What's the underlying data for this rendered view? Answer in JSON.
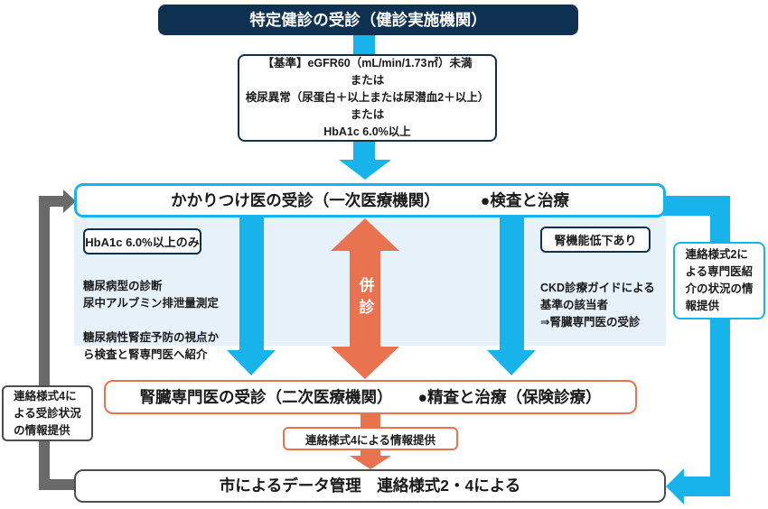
{
  "palette": {
    "navy": "#0e3152",
    "cyan": "#16b4ea",
    "orange": "#e97250",
    "panel_blue": "#e6f1fa",
    "gray": "#6a6a6a",
    "dark_gray": "#4d4d4d"
  },
  "flow": {
    "top_box": "特定健診の受診（健診実施機関）",
    "criteria": "【基準】eGFR60（mL/min/1.73㎡）未満\nまたは\n検尿異常（尿蛋白＋以上または尿潜血2＋以上）\nまたは\nHbA1c 6.0%以上",
    "primary": {
      "title": "かかりつけ医の受診（一次医療機関）",
      "action": "●検査と治療"
    },
    "panel": {
      "left_tag": "HbA1c 6.0%以上のみ",
      "left_note": "糖尿病型の診断\n尿中アルブミン排泄量測定\n\n糖尿病性腎症予防の視点か\nら検査と腎専門医へ紹介",
      "center_arrow_label": "併診",
      "right_tag": "腎機能低下あり",
      "right_note": "CKD診療ガイドによる\n基準の該当者\n⇒腎臓専門医の受診"
    },
    "secondary": {
      "title": "腎臓専門医の受診（二次医療機関）",
      "action": "●精査と治療（保険診療）"
    },
    "form4_note": "連絡様式4による情報提供",
    "bottom_box": "市によるデータ管理　連絡様式2・4による",
    "left_feedback": "連絡様式4に\nよる受診状況\nの情報提供",
    "right_feedback": "連絡様式2に\nよる専門医紹\n介の状況の情\n報提供"
  }
}
